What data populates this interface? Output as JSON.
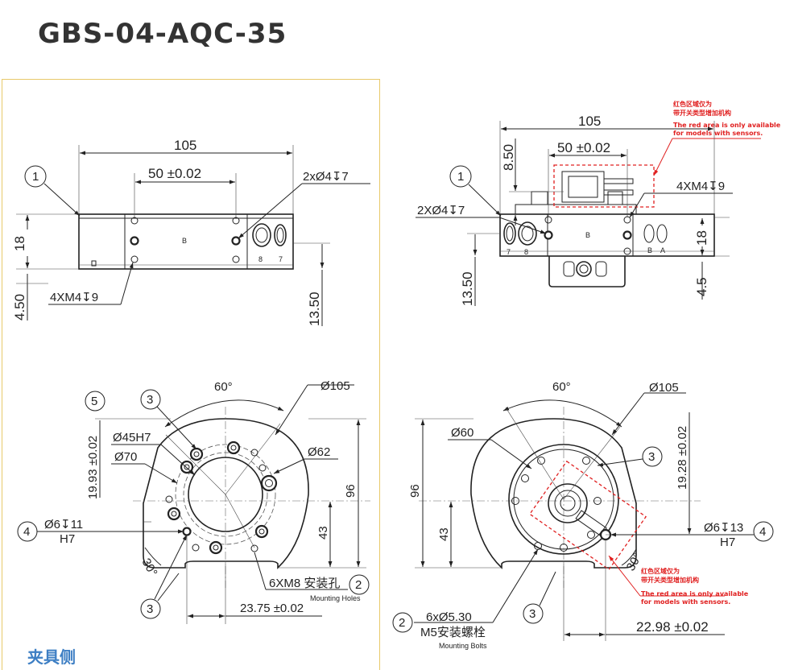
{
  "page": {
    "title": "GBS-04-AQC-35",
    "fixture_side_label": "夹具侧"
  },
  "callouts": {
    "c1": "1",
    "c2": "2",
    "c3": "3",
    "c4": "4",
    "c5": "5"
  },
  "top_left": {
    "width": "105",
    "pitch": "50 ±0.02",
    "pin_holes": "2xØ4↧7",
    "thread_holes": "4XM4↧9",
    "height": "18",
    "offset_bottom": "4.50",
    "offset_right": "13.50",
    "face_letter": "B",
    "port_a": "8",
    "port_b": "7"
  },
  "top_right": {
    "width": "105",
    "pitch": "50 ±0.02",
    "height_top": "8.50",
    "pin_holes": "2XØ4↧7",
    "thread_holes": "4XM4↧9",
    "height": "18",
    "offset_left": "13.50",
    "offset_right": "4.5",
    "face_letter": "B",
    "port_7": "7",
    "port_8": "8",
    "port_a": "A",
    "red_note_cn_1": "红色区域仅为",
    "red_note_cn_2": "带开关类型增加机构",
    "red_note_en_1": "The red area is only available",
    "red_note_en_2": "for models with sensors."
  },
  "bottom_left": {
    "angle_top": "60°",
    "dia_105": "Ø105",
    "dia_45": "Ø45H7",
    "dia_70": "Ø70",
    "dia_62": "Ø62",
    "dim_1993": "19.93 ±0.02",
    "dim_96": "96",
    "dim_43": "43",
    "pin_hole": "Ø6↧11",
    "pin_fit": "H7",
    "angle_bottom": "30°",
    "holes": "6XM8 安装孔",
    "holes_en": "Mounting Holes",
    "dim_2375": "23.75 ±0.02"
  },
  "bottom_right": {
    "angle_top": "60°",
    "dia_105": "Ø105",
    "dia_60": "Ø60",
    "dim_96": "96",
    "dim_43": "43",
    "dim_1928": "19.28 ±0.02",
    "pin_hole": "Ø6↧13",
    "pin_fit": "H7",
    "angle_bottom": "30°",
    "bolts": "6xØ5.30",
    "bolts_cn": "M5安装螺栓",
    "bolts_en": "Mounting Bolts",
    "dim_2298": "22.98 ±0.02",
    "red_note_cn_1": "红色区域仅为",
    "red_note_cn_2": "带开关类型增加机构",
    "red_note_en_1": "The red area is only available",
    "red_note_en_2": "for models with sensors."
  },
  "colors": {
    "title": "#333333",
    "panel_border": "#e8c96a",
    "fixture_label": "#3e7fc4",
    "sensor_note": "#e02020"
  }
}
